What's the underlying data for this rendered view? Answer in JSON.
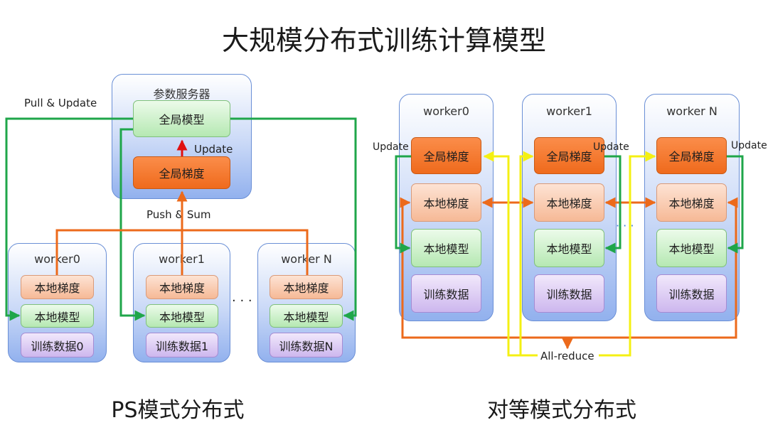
{
  "title": "大规模分布式训练计算模型",
  "ps": {
    "caption": "PS模式分布式",
    "server": {
      "title": "参数服务器",
      "global_model": "全局模型",
      "global_grad": "全局梯度",
      "update_label": "Update"
    },
    "pull_update_label": "Pull & Update",
    "push_sum_label": "Push & Sum",
    "ellipsis": "· · ·",
    "workers": [
      {
        "name": "worker0",
        "grad": "本地梯度",
        "model": "本地模型",
        "data": "训练数据0"
      },
      {
        "name": "worker1",
        "grad": "本地梯度",
        "model": "本地模型",
        "data": "训练数据1"
      },
      {
        "name": "worker N",
        "grad": "本地梯度",
        "model": "本地模型",
        "data": "训练数据N"
      }
    ]
  },
  "p2p": {
    "caption": "对等模式分布式",
    "allreduce_label": "All-reduce",
    "update_label": "Update",
    "ellipsis": "· · ·",
    "workers": [
      {
        "name": "worker0",
        "global_grad": "全局梯度",
        "grad": "本地梯度",
        "model": "本地模型",
        "data": "训练数据"
      },
      {
        "name": "worker1",
        "global_grad": "全局梯度",
        "grad": "本地梯度",
        "model": "本地模型",
        "data": "训练数据"
      },
      {
        "name": "worker N",
        "global_grad": "全局梯度",
        "grad": "本地梯度",
        "model": "本地模型",
        "data": "训练数据"
      }
    ]
  },
  "colors": {
    "green_line": "#1fa64a",
    "orange_line": "#ec6a1b",
    "yellow_line": "#f4f013",
    "red_arrow": "#e01010",
    "group_border": "#6a8fd6"
  }
}
